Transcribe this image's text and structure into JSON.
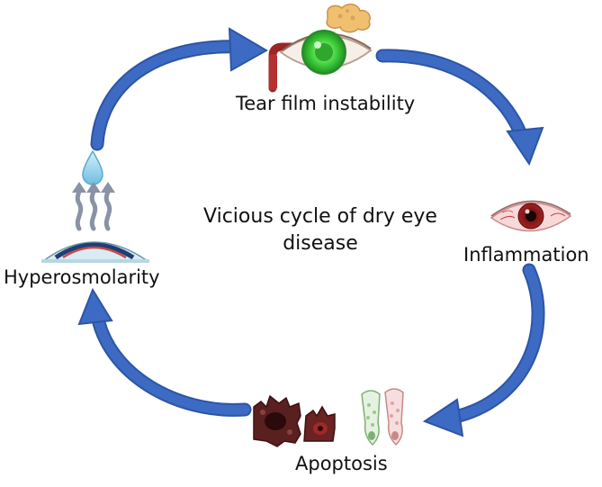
{
  "diagram": {
    "center_title": "Vicious cycle of dry eye disease",
    "stages": {
      "tear_film": "Tear film instability",
      "inflammation": "Inflammation",
      "apoptosis": "Apoptosis",
      "hyperosmolarity": "Hyperosmolarity"
    },
    "colors": {
      "arrow": "#3d6bc4",
      "arrow_edge": "#2c55a6",
      "healthy_iris": "#3fcf3a",
      "inflamed_iris": "#9b1b1b",
      "tear_drop": "#8fcfe8",
      "vapor": "#8a92a6"
    }
  }
}
